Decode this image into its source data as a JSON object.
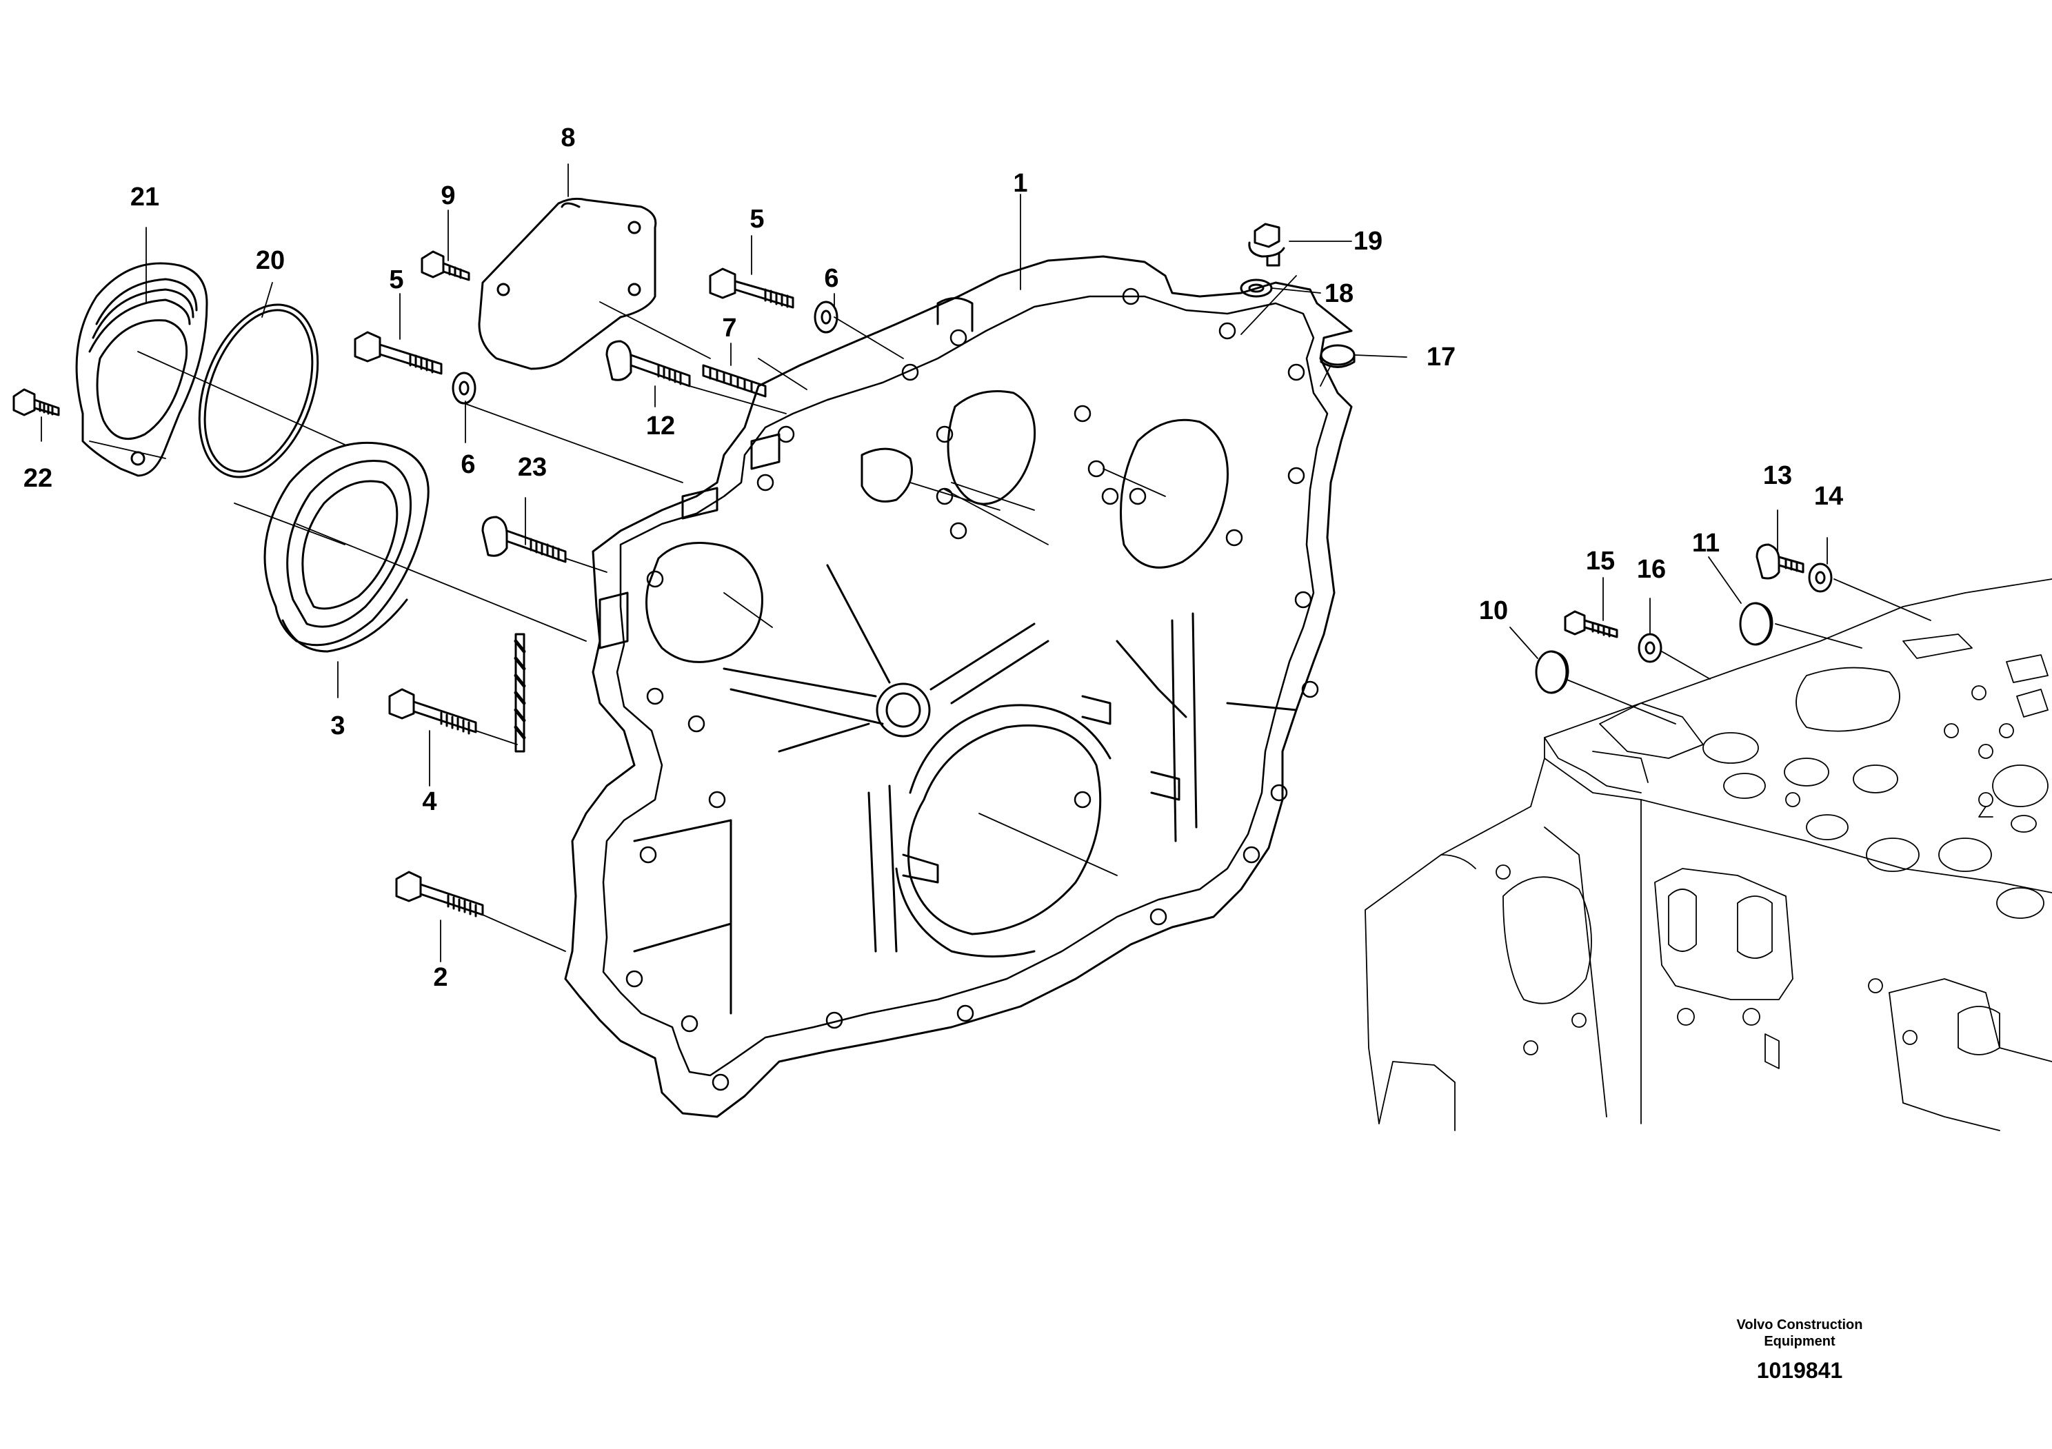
{
  "diagram": {
    "callouts": [
      "1",
      "2",
      "3",
      "4",
      "5",
      "5",
      "6",
      "6",
      "7",
      "8",
      "9",
      "10",
      "11",
      "12",
      "13",
      "14",
      "15",
      "16",
      "17",
      "18",
      "19",
      "20",
      "21",
      "22",
      "23"
    ]
  },
  "footer": {
    "brand_line1": "Volvo Construction",
    "brand_line2": "Equipment",
    "drawing_number": "1019841"
  }
}
